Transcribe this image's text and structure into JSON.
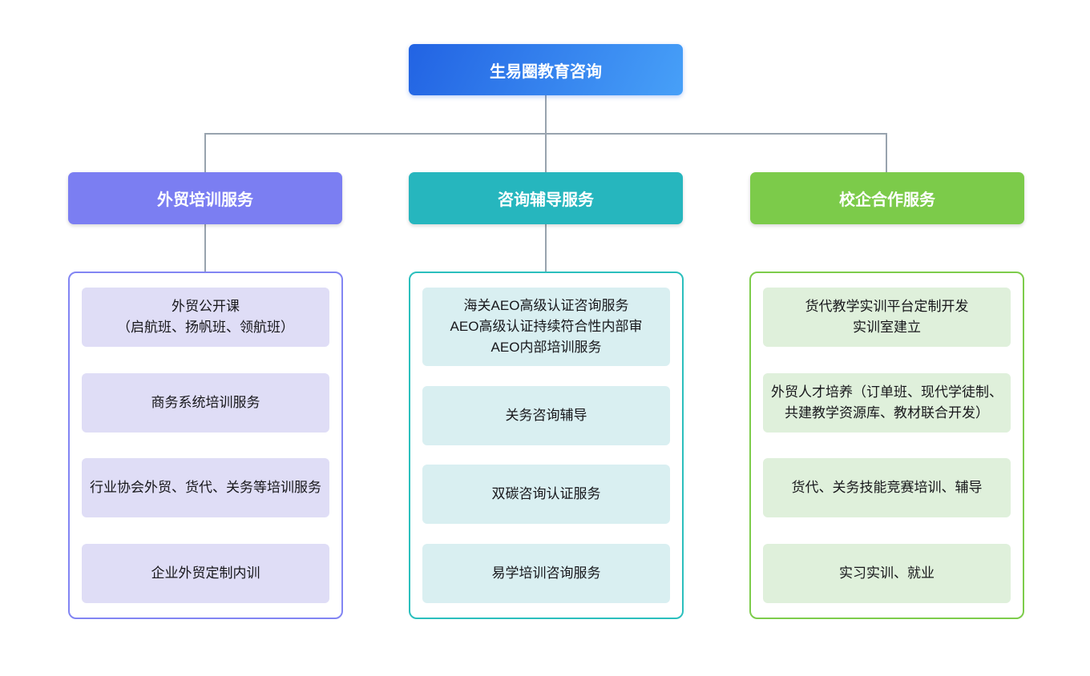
{
  "root": {
    "label": "生易圈教育咨询"
  },
  "colors": {
    "root_gradient_start": "#2263E3",
    "root_gradient_end": "#47A0F8",
    "connector": "#98A3AE",
    "branches": [
      {
        "header_bg": "#7B7EF2",
        "container_border": "#8285F3",
        "item_bg": "#DFDDF6"
      },
      {
        "header_bg": "#26B6BE",
        "container_border": "#2BBFBD",
        "item_bg": "#D9EFF1"
      },
      {
        "header_bg": "#7CCB4A",
        "container_border": "#7DCC4B",
        "item_bg": "#DFF0DB"
      }
    ]
  },
  "columns": [
    {
      "header": "外贸培训服务",
      "items": [
        "外贸公开课\n（启航班、扬帆班、领航班）",
        "商务系统培训服务",
        "行业协会外贸、货代、关务等培训服务",
        "企业外贸定制内训"
      ]
    },
    {
      "header": "咨询辅导服务",
      "items": [
        "海关AEO高级认证咨询服务\nAEO高级认证持续符合性内部审\nAEO内部培训服务",
        "关务咨询辅导",
        "双碳咨询认证服务",
        "易学培训咨询服务"
      ]
    },
    {
      "header": "校企合作服务",
      "items": [
        "货代教学实训平台定制开发\n实训室建立",
        "外贸人才培养（订单班、现代学徒制、共建教学资源库、教材联合开发）",
        "货代、关务技能竞赛培训、辅导",
        "实习实训、就业"
      ]
    }
  ]
}
